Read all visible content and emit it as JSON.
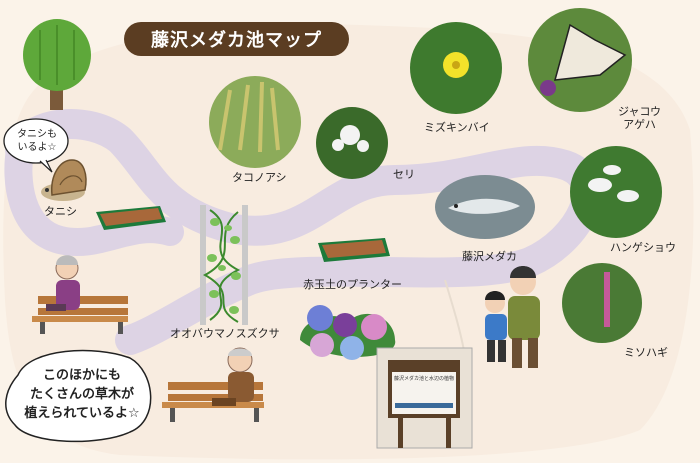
{
  "title": "藤沢メダカ池マップ",
  "labels": {
    "tanishi": "タニシ",
    "takonoashi": "タコノアシ",
    "seri": "セリ",
    "mizukinbai": "ミズキンバイ",
    "jakou_line1": "ジャコウ",
    "jakou_line2": "アゲハ",
    "fujisawa_medaka": "藤沢メダカ",
    "hangeshou": "ハンゲショウ",
    "misohagi": "ミソハギ",
    "planter": "赤玉土のプランター",
    "oobaumanosuzukusa": "オオバウマノスズクサ"
  },
  "bubbles": {
    "tanishi_line1": "タニシも",
    "tanishi_line2": "いるよ☆",
    "note_line1": "このほかにも",
    "note_line2": "たくさんの草木が",
    "note_line3": "植えられているよ☆"
  },
  "sign": {
    "title": "藤沢メダカ池と水辺の植物"
  },
  "colors": {
    "path": "#ddd3e4",
    "banner": "#5b3d22",
    "background": "#fbf3e9"
  }
}
